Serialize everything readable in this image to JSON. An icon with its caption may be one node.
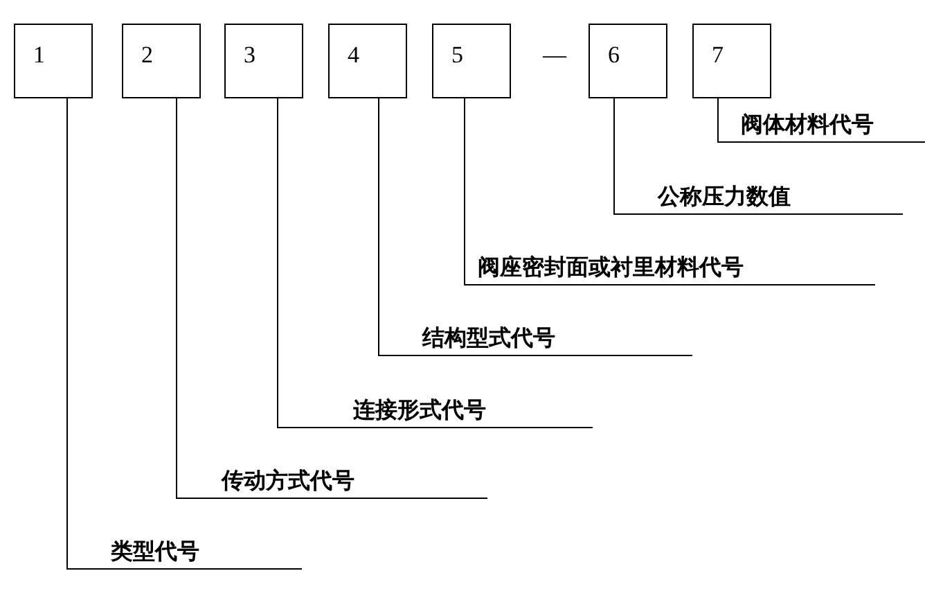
{
  "diagram": {
    "nodes": [
      {
        "text": [
          "1"
        ]
      },
      {
        "text": [
          "2"
        ]
      },
      {
        "text": [
          "3"
        ]
      },
      {
        "text": [
          "4"
        ]
      },
      {
        "text": [
          "5"
        ]
      },
      {
        "text": [
          "6"
        ]
      },
      {
        "text": [
          "7"
        ]
      },
      {
        "text": [
          "阀体材料代号"
        ]
      },
      {
        "text": [
          "公称压力数值"
        ]
      },
      {
        "text": [
          "阀座密封面或衬里材料代号"
        ]
      },
      {
        "text": [
          "结构型式代号"
        ]
      },
      {
        "text": [
          "连接形式代号"
        ]
      },
      {
        "text": [
          "传动方式代号"
        ]
      },
      {
        "text": [
          "类型代号"
        ]
      }
    ],
    "edges": [
      {
        "from": 6,
        "to": 7,
        "arrow": "none"
      },
      {
        "from": 5,
        "to": 8,
        "arrow": "none"
      },
      {
        "from": 4,
        "to": 9,
        "arrow": "none"
      },
      {
        "from": 3,
        "to": 10,
        "arrow": "none"
      },
      {
        "from": 2,
        "to": 11,
        "arrow": "none"
      },
      {
        "from": 1,
        "to": 12,
        "arrow": "none"
      },
      {
        "from": 0,
        "to": 13,
        "arrow": "none"
      }
    ],
    "labels": [
      "—"
    ]
  }
}
